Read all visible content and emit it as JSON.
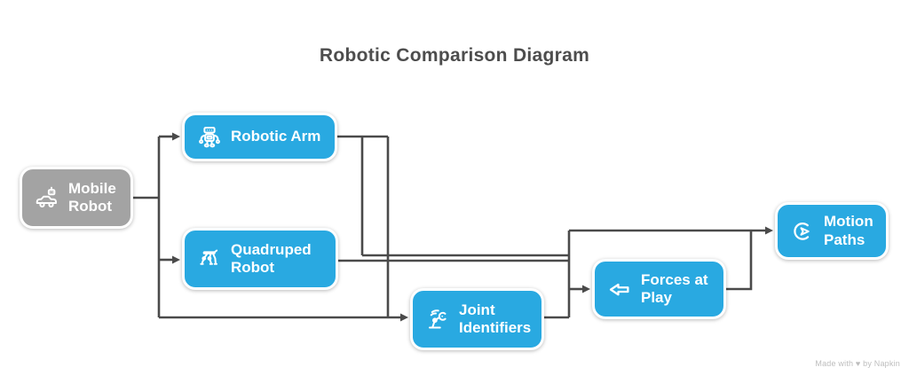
{
  "title": "Robotic Comparison Diagram",
  "attribution": "Made with ♥ by Napkin",
  "colors": {
    "node_accent": "#29a9e1",
    "node_root": "#a3a3a3",
    "connector": "#4a4a4a",
    "title_text": "#4d4d4d",
    "node_text": "#ffffff",
    "background": "#ffffff"
  },
  "nodes": [
    {
      "id": "mobile-robot",
      "label": "Mobile Robot",
      "icon": "robot-car-icon",
      "color": "gray"
    },
    {
      "id": "robotic-arm",
      "label": "Robotic Arm",
      "icon": "robot-icon",
      "color": "blue"
    },
    {
      "id": "quadruped-robot",
      "label": "Quadruped Robot",
      "icon": "quadruped-robot-icon",
      "color": "blue"
    },
    {
      "id": "joint-identifiers",
      "label": "Joint Identifiers",
      "icon": "robot-arm-clamp-icon",
      "color": "blue"
    },
    {
      "id": "forces-at-play",
      "label": "Forces at Play",
      "icon": "left-arrow-icon",
      "color": "blue"
    },
    {
      "id": "motion-paths",
      "label": "Motion Paths",
      "icon": "motion-cursor-icon",
      "color": "blue"
    }
  ],
  "edges": [
    {
      "from": "Mobile Robot",
      "to": "Robotic Arm"
    },
    {
      "from": "Mobile Robot",
      "to": "Quadruped Robot"
    },
    {
      "from": "Mobile Robot",
      "to": "Joint Identifiers"
    },
    {
      "from": "Robotic Arm",
      "to": "Joint Identifiers"
    },
    {
      "from": "Robotic Arm",
      "to": "Forces at Play"
    },
    {
      "from": "Quadruped Robot",
      "to": "Motion Paths"
    },
    {
      "from": "Joint Identifiers",
      "to": "Forces at Play"
    },
    {
      "from": "Forces at Play",
      "to": "Motion Paths"
    }
  ]
}
